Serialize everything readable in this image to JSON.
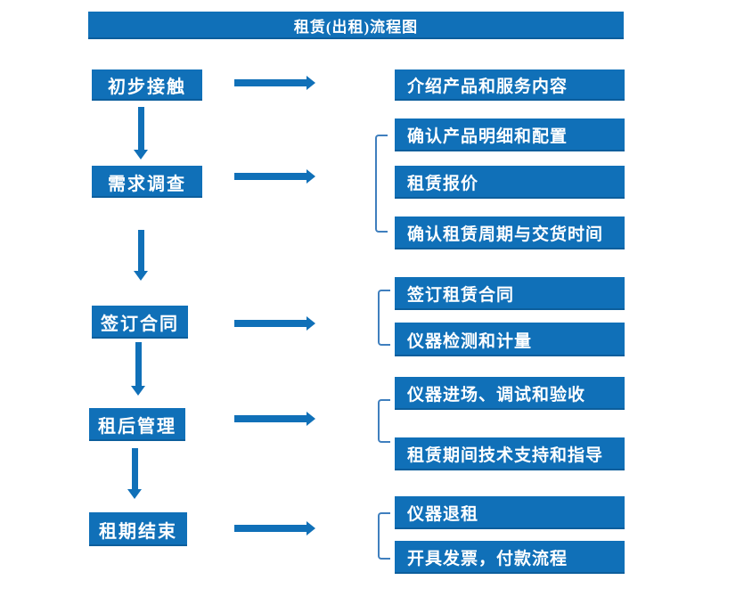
{
  "title": "租赁(出租)流程图",
  "colors": {
    "box_blue": "#1070b8",
    "bracket_blue": "#3f7fbe",
    "text_white": "#ffffff",
    "background": "#ffffff"
  },
  "rows": [
    {
      "stage": "初步接触",
      "details": [
        "介绍产品和服务内容"
      ]
    },
    {
      "stage": "需求调查",
      "details": [
        "确认产品明细和配置",
        "租赁报价",
        "确认租赁周期与交货时间"
      ]
    },
    {
      "stage": "签订合同",
      "details": [
        "签订租赁合同",
        "仪器检测和计量"
      ]
    },
    {
      "stage": "租后管理",
      "details": [
        "仪器进场、调试和验收",
        "租赁期间技术支持和指导"
      ]
    },
    {
      "stage": "租期结束",
      "details": [
        "仪器退租",
        "开具发票，付款流程"
      ]
    }
  ]
}
